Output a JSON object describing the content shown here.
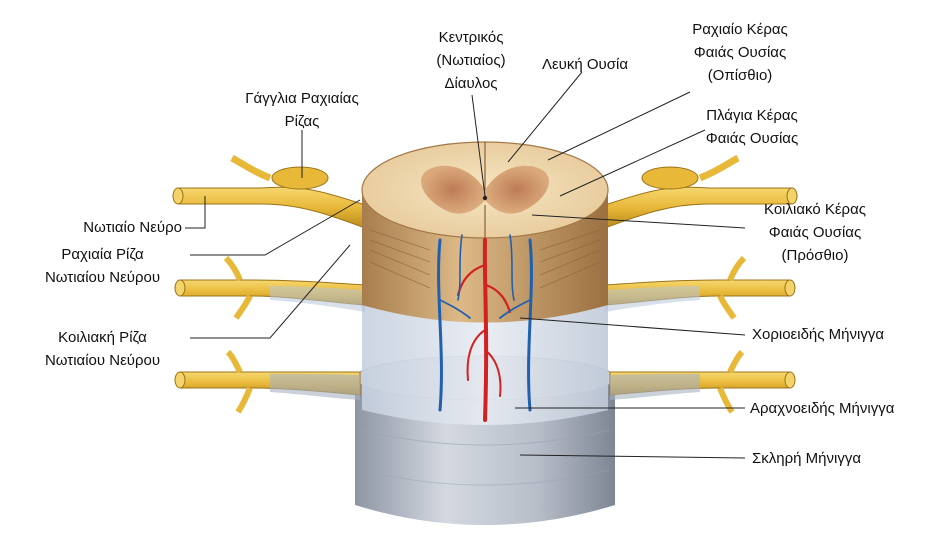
{
  "labels": {
    "central_canal": [
      "Κεντρικός",
      "(Νωτιαίος)",
      "Δίαυλος"
    ],
    "white_matter": [
      "Λευκή Ουσία"
    ],
    "dorsal_horn": [
      "Ραχιαίο Κέρας",
      "Φαιάς Ουσίας",
      "(Οπίσθιο)"
    ],
    "dorsal_root_ganglion": [
      "Γάγγλια Ραχιαίας",
      "Ρίζας"
    ],
    "lateral_horn": [
      "Πλάγια Κέρας",
      "Φαιάς Ουσίας"
    ],
    "spinal_nerve": [
      "Νωτιαίο Νεύρο"
    ],
    "dorsal_root": [
      "Ραχιαία Ρίζα",
      "Νωτιαίου Νεύρου"
    ],
    "ventral_horn": [
      "Κοιλιακό Κέρας",
      "Φαιάς Ουσίας",
      "(Πρόσθιο)"
    ],
    "ventral_root": [
      "Κοιλιακή Ρίζα",
      "Νωτιαίου Νεύρου"
    ],
    "pia_mater": [
      "Χοριοειδής Μήνιγγα"
    ],
    "arachnoid_mater": [
      "Αραχνοειδής Μήνιγγα"
    ],
    "dura_mater": [
      "Σκληρή Μήνιγγα"
    ]
  },
  "colors": {
    "nerve": "#e8b838",
    "white_matter": "#f0d9a8",
    "gray_matter": "#c98a5a",
    "cord_side": "#c8a070",
    "artery": "#d42020",
    "vein": "#2060b0",
    "meninges": "#b8c4d0",
    "dura": "#aab0bc",
    "leader_line": "#222222"
  }
}
